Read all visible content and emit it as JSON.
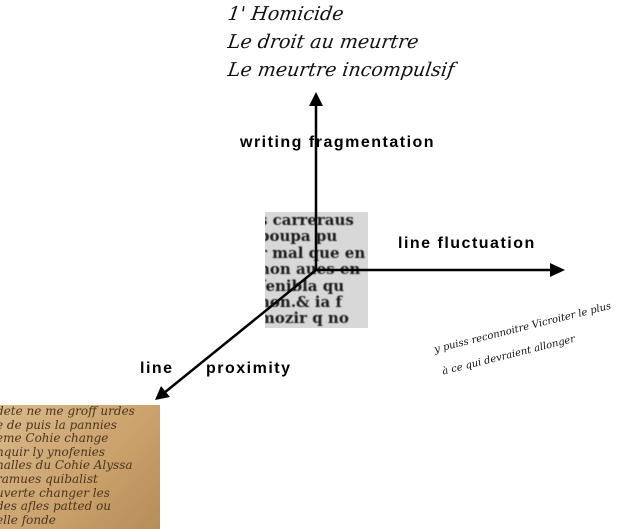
{
  "axes": {
    "vertical_label": "writing fragmentation",
    "horizontal_label": "line fluctuation",
    "diagonal_label_1": "line",
    "diagonal_label_2": "proximity"
  },
  "images": {
    "top_handwriting": [
      "1' Homicide",
      "Le droit au meurtre",
      "Le meurtre incompulsif"
    ],
    "center_print": [
      "s carreraus",
      "poupa pu",
      "r mal que en",
      "non aues en",
      "fenibla qu",
      "hon.& ia f",
      "mozir q no"
    ],
    "right_handwriting": [
      "y puiss reconnoitre Vicroiter le plus",
      "à ce qui devraient allonger"
    ],
    "bottom_left_manuscript": [
      "dete ne me groff urdes",
      "e de puis la pannies",
      "eme Cohie change",
      "nquir ly ynofenies",
      "nalles du Cohie Alyssa",
      "ramues quibalist",
      "uverte changer les",
      "des afles patted ou",
      "elle fonde"
    ]
  },
  "colors": {
    "arrow": "#000000",
    "parchment": "#c9a06a"
  }
}
